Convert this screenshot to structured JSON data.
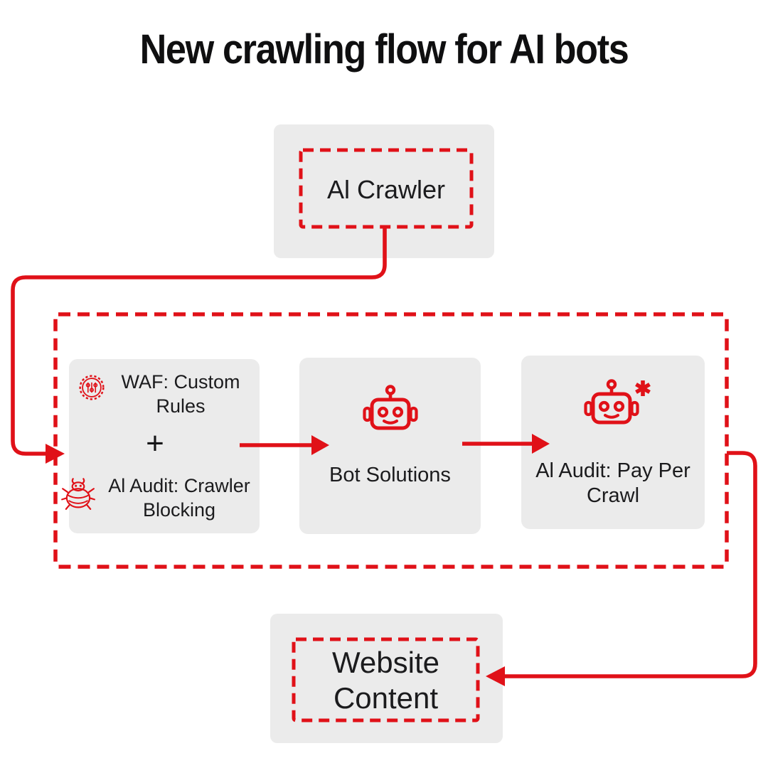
{
  "title": "New crawling flow for AI bots",
  "colors": {
    "accent_red": "#e01118",
    "card_gray": "#ebebeb",
    "text_dark": "#1b1b1d",
    "background": "#ffffff"
  },
  "nodes": {
    "ai_crawler": {
      "label": "Al Crawler"
    },
    "filter_group": {
      "waf_label": "WAF: Custom Rules",
      "plus": "+",
      "audit_label": "Al Audit: Crawler Blocking"
    },
    "bot_solutions": {
      "label": "Bot Solutions"
    },
    "pay_per_crawl": {
      "label": "Al Audit: Pay Per Crawl"
    },
    "website_content": {
      "label": "Website Content"
    }
  },
  "icons": {
    "waf": "waf-rules-badge-icon",
    "audit": "crawler-bug-icon",
    "bot_solutions": "robot-icon",
    "pay_per_crawl": "robot-asterisk-icon"
  },
  "edges": [
    {
      "from": "ai_crawler",
      "to": "filter_group"
    },
    {
      "from": "filter_group.waf_plus_audit",
      "to": "bot_solutions"
    },
    {
      "from": "bot_solutions",
      "to": "pay_per_crawl"
    },
    {
      "from": "filter_group",
      "to": "website_content"
    }
  ]
}
